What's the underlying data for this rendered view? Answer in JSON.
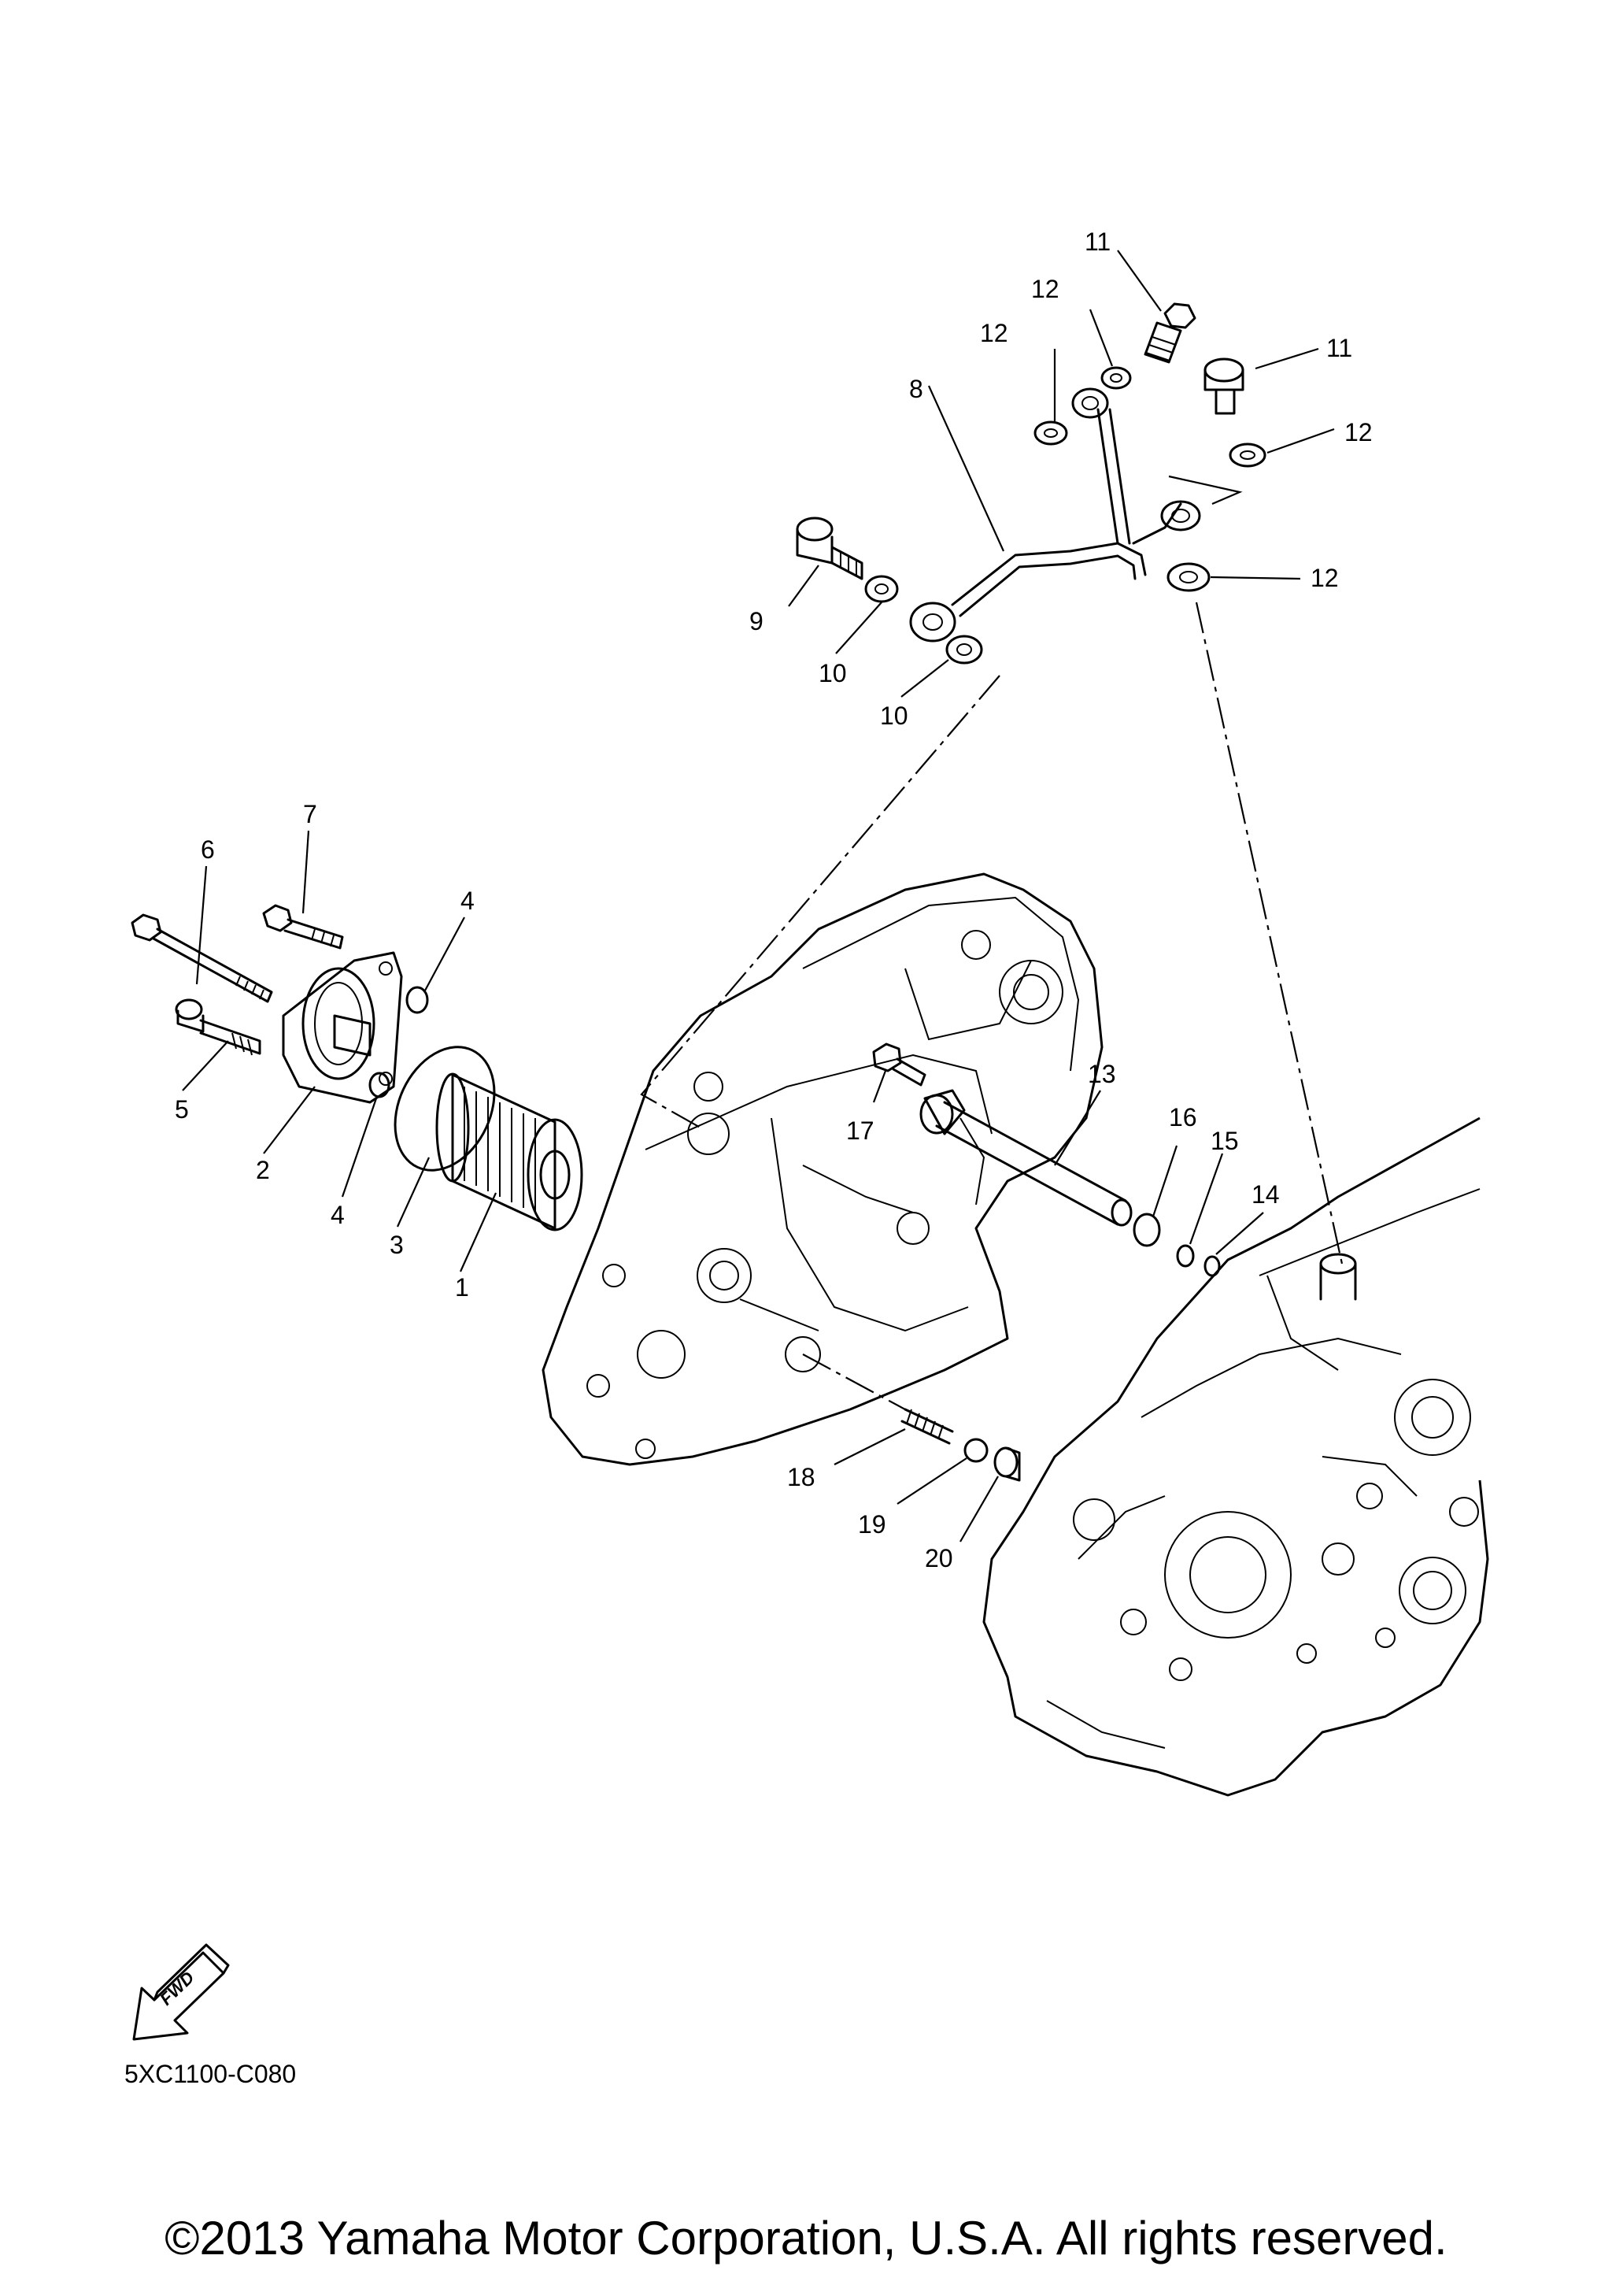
{
  "callouts": {
    "c1": "1",
    "c2": "2",
    "c3": "3",
    "c4a": "4",
    "c4b": "4",
    "c5": "5",
    "c6": "6",
    "c7": "7",
    "c8": "8",
    "c9": "9",
    "c10a": "10",
    "c10b": "10",
    "c11a": "11",
    "c11b": "11",
    "c12a": "12",
    "c12b": "12",
    "c12c": "12",
    "c12d": "12",
    "c13": "13",
    "c14": "14",
    "c15": "15",
    "c16": "16",
    "c17": "17",
    "c18": "18",
    "c19": "19",
    "c20": "20"
  },
  "fwd_label": "FWD",
  "diagram_code": "5XC1100-C080",
  "copyright": "©2013 Yamaha Motor Corporation, U.S.A. All rights reserved."
}
